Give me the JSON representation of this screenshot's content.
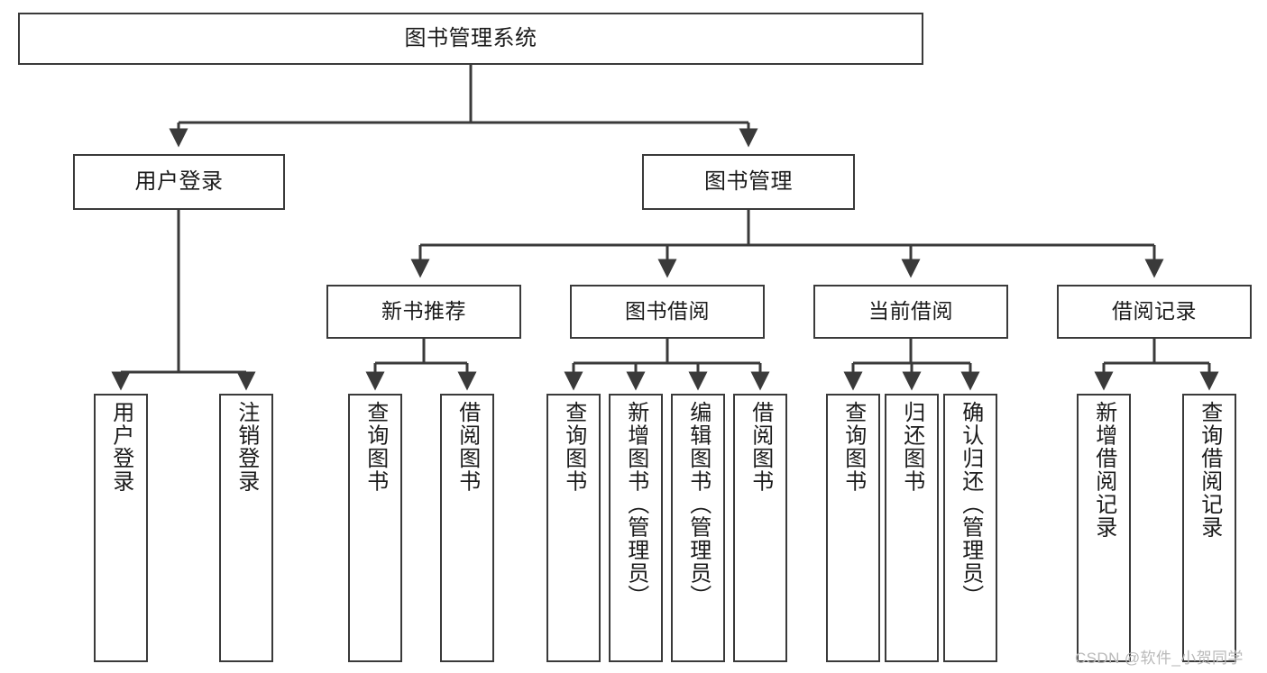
{
  "diagram": {
    "type": "tree",
    "title": "图书管理系统",
    "root": {
      "label": "图书管理系统"
    },
    "level1": [
      {
        "label": "用户登录"
      },
      {
        "label": "图书管理"
      }
    ],
    "level2": [
      {
        "label": "新书推荐"
      },
      {
        "label": "图书借阅"
      },
      {
        "label": "当前借阅"
      },
      {
        "label": "借阅记录"
      }
    ],
    "leaves": {
      "user_login": [
        {
          "label": "用户登录"
        },
        {
          "label": "注销登录"
        }
      ],
      "new_book_recommend": [
        {
          "label": "查询图书"
        },
        {
          "label": "借阅图书"
        }
      ],
      "book_borrow": [
        {
          "label": "查询图书"
        },
        {
          "label": "新增图书（管理员）"
        },
        {
          "label": "编辑图书（管理员）"
        },
        {
          "label": "借阅图书"
        }
      ],
      "current_borrow": [
        {
          "label": "查询图书"
        },
        {
          "label": "归还图书"
        },
        {
          "label": "确认归还（管理员）"
        }
      ],
      "borrow_records": [
        {
          "label": "新增借阅记录"
        },
        {
          "label": "查询借阅记录"
        }
      ]
    }
  },
  "watermark": {
    "text": "CSDN @软件_小贺同学"
  },
  "colors": {
    "stroke": "#3a3a3a",
    "background": "#ffffff",
    "text": "#1b1b1b",
    "watermark": "#b9b9b9"
  }
}
